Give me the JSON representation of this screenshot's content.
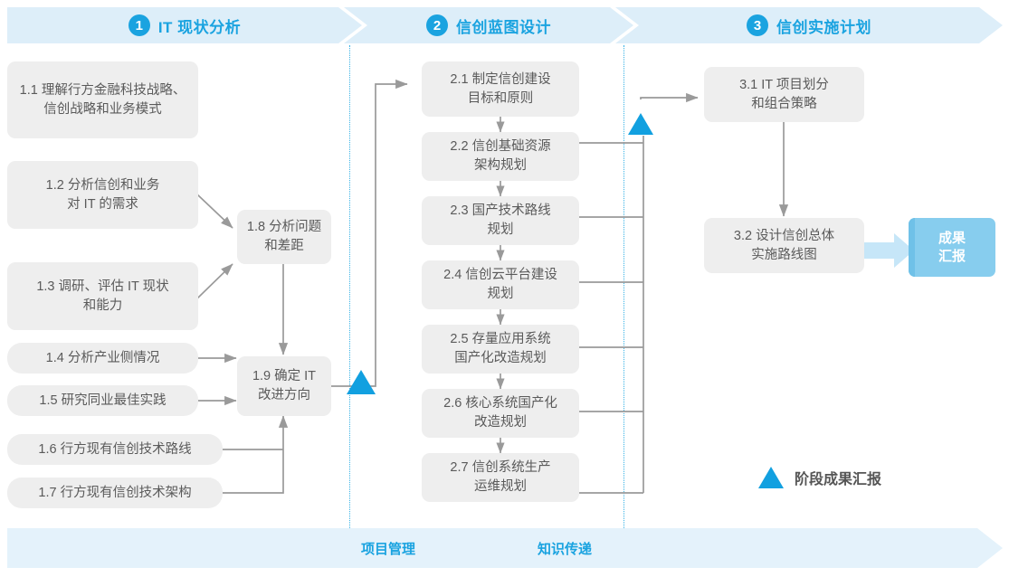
{
  "phases": [
    {
      "num": "1",
      "title": "IT 现状分析"
    },
    {
      "num": "2",
      "title": "信创蓝图设计"
    },
    {
      "num": "3",
      "title": "信创实施计划"
    }
  ],
  "phase1_tasks": [
    {
      "id": "1.1",
      "text": "1.1 理解行方金融科技战略、\n信创战略和业务模式"
    },
    {
      "id": "1.2",
      "text": "1.2 分析信创和业务\n对 IT 的需求"
    },
    {
      "id": "1.3",
      "text": "1.3 调研、评估 IT 现状\n和能力"
    },
    {
      "id": "1.4",
      "text": "1.4 分析产业侧情况"
    },
    {
      "id": "1.5",
      "text": "1.5 研究同业最佳实践"
    },
    {
      "id": "1.6",
      "text": "1.6 行方现有信创技术路线"
    },
    {
      "id": "1.7",
      "text": "1.7 行方现有信创技术架构"
    },
    {
      "id": "1.8",
      "text": "1.8 分析问题\n和差距"
    },
    {
      "id": "1.9",
      "text": "1.9 确定 IT\n改进方向"
    }
  ],
  "phase2_tasks": [
    {
      "id": "2.1",
      "text": "2.1 制定信创建设\n目标和原则"
    },
    {
      "id": "2.2",
      "text": "2.2 信创基础资源\n架构规划"
    },
    {
      "id": "2.3",
      "text": "2.3 国产技术路线\n规划"
    },
    {
      "id": "2.4",
      "text": "2.4 信创云平台建设\n规划"
    },
    {
      "id": "2.5",
      "text": "2.5 存量应用系统\n国产化改造规划"
    },
    {
      "id": "2.6",
      "text": "2.6 核心系统国产化\n改造规划"
    },
    {
      "id": "2.7",
      "text": "2.7 信创系统生产\n运维规划"
    }
  ],
  "phase3_tasks": [
    {
      "id": "3.1",
      "text": "3.1 IT 项目划分\n和组合策略"
    },
    {
      "id": "3.2",
      "text": "3.2 设计信创总体\n实施路线图"
    }
  ],
  "deliverable": {
    "text": "成果\n汇报"
  },
  "legend": {
    "text": "阶段成果汇报"
  },
  "bottom_band": {
    "items": [
      {
        "label": "项目管理"
      },
      {
        "label": "知识传递"
      }
    ]
  },
  "colors": {
    "accent": "#1aa3e0",
    "band": "#ddeef9",
    "bottom_band": "#e4f2fb",
    "box": "#eeeeee",
    "box_text": "#5a5a5a",
    "deliverable": "#87cdee",
    "connector": "#9a9a9a",
    "dotted": "#3ab3e6"
  }
}
